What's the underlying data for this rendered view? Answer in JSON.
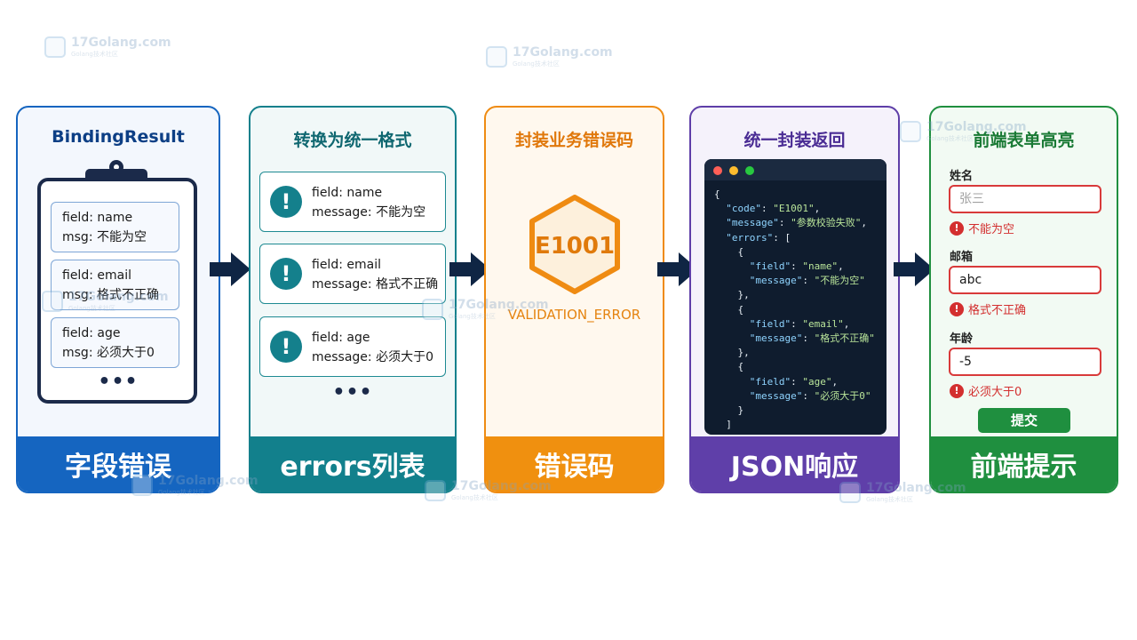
{
  "watermark": {
    "text": "17Golang.com",
    "sub": "Golang技术社区"
  },
  "panel1": {
    "title": "BindingResult",
    "fields": [
      {
        "line1": "field:  name",
        "line2": "msg:  不能为空"
      },
      {
        "line1": "field:  email",
        "line2": "msg:  格式不正确"
      },
      {
        "line1": "field:  age",
        "line2": "msg:  必须大于0"
      }
    ],
    "ellipsis": "•••",
    "footer": "字段错误"
  },
  "panel2": {
    "title": "转换为统一格式",
    "items": [
      {
        "field": "field:  name",
        "message": "message:  不能为空"
      },
      {
        "field": "field:  email",
        "message": "message:  格式不正确"
      },
      {
        "field": "field:  age",
        "message": "message:  必须大于0"
      }
    ],
    "icon": "!",
    "ellipsis": "•••",
    "footer": "errors列表"
  },
  "panel3": {
    "title": "封装业务错误码",
    "code": "E1001",
    "label": "VALIDATION_ERROR",
    "footer": "错误码"
  },
  "panel4": {
    "title": "统一封装返回",
    "json_lines": [
      "{",
      "  \"code\": \"E1001\",",
      "  \"message\": \"参数校验失败\",",
      "  \"errors\": [",
      "    {",
      "      \"field\": \"name\",",
      "      \"message\": \"不能为空\"",
      "    },",
      "    {",
      "      \"field\": \"email\",",
      "      \"message\": \"格式不正确\"",
      "    },",
      "    {",
      "      \"field\": \"age\",",
      "      \"message\": \"必须大于0\"",
      "    }",
      "  ]"
    ],
    "footer": "JSON响应"
  },
  "panel5": {
    "title": "前端表单高亮",
    "fields": [
      {
        "label": "姓名",
        "value": "",
        "placeholder": "张三",
        "error": "不能为空"
      },
      {
        "label": "邮箱",
        "value": "abc",
        "placeholder": "",
        "error": "格式不正确"
      },
      {
        "label": "年龄",
        "value": "-5",
        "placeholder": "",
        "error": "必须大于0"
      }
    ],
    "submit_label": "提交",
    "footer": "前端提示"
  },
  "colors": {
    "blue": "#1565c0",
    "teal": "#12808c",
    "orange": "#f0900f",
    "purple": "#5f3fa9",
    "green": "#1f8f3f",
    "arrow": "#0f2544",
    "error_red": "#d32f2f"
  }
}
